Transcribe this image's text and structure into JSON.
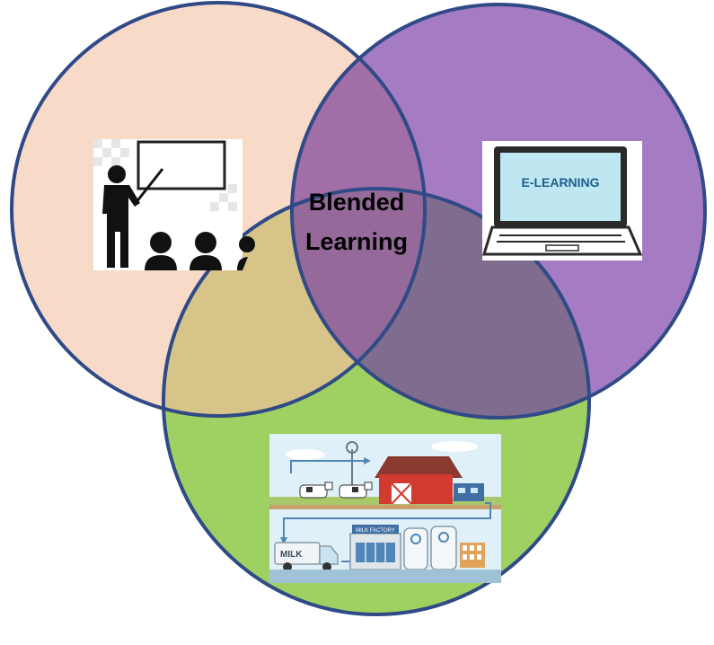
{
  "diagram": {
    "center_label_line1": "Blended",
    "center_label_line2": "Learning",
    "laptop_screen_text": "E-LEARNING",
    "truck_text": "MILK",
    "factory_sign_text": "MILK FACTORY",
    "circles": [
      {
        "name": "classroom",
        "fill": "#f8dac9",
        "icon": "teacher-classroom-icon"
      },
      {
        "name": "e-learning",
        "fill": "#a57cc4",
        "icon": "laptop-icon"
      },
      {
        "name": "farm",
        "fill": "#9ed062",
        "icon": "dairy-farm-illustration"
      }
    ],
    "stroke_color": "#2f4a86"
  }
}
